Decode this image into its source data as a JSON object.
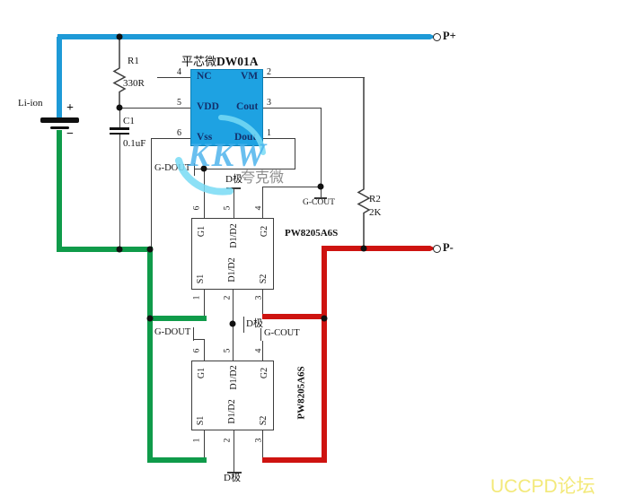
{
  "terminals": {
    "p_plus": "P+",
    "p_minus": "P-"
  },
  "battery": {
    "label": "Li-ion",
    "plus": "+",
    "minus": "−"
  },
  "components": {
    "r1": {
      "ref": "R1",
      "value": "330R"
    },
    "c1": {
      "ref": "C1",
      "value": "0.1uF"
    },
    "r2": {
      "ref": "R2",
      "value": "2K"
    }
  },
  "dw01a": {
    "title_vendor": "平芯微",
    "title_part": "DW01A",
    "left_pins": [
      {
        "num": "4",
        "name": "NC"
      },
      {
        "num": "5",
        "name": "VDD"
      },
      {
        "num": "6",
        "name": "Vss"
      }
    ],
    "right_pins": [
      {
        "num": "2",
        "name": "VM"
      },
      {
        "num": "3",
        "name": "Cout"
      },
      {
        "num": "1",
        "name": "Dout"
      }
    ]
  },
  "mosfets": {
    "part": "PW8205A6S",
    "top_pins": [
      {
        "num": "6",
        "name": "G1"
      },
      {
        "num": "5",
        "name": "D1/D2"
      },
      {
        "num": "4",
        "name": "G2"
      }
    ],
    "bottom_pins": [
      {
        "num": "1",
        "name": "S1"
      },
      {
        "num": "2",
        "name": "D1/D2"
      },
      {
        "num": "3",
        "name": "S2"
      }
    ]
  },
  "net_labels": {
    "g_dout": "G-DOUT",
    "g_cout": "G-COUT",
    "d_pole": "D极"
  },
  "watermark": {
    "logo": "KKW",
    "cn": "夸克微"
  },
  "footer": {
    "text": "UCCPD论坛"
  },
  "colors": {
    "wire_positive": "#1E9AD7",
    "wire_negative_batt": "#0F9B4A",
    "wire_pminus": "#CE1310",
    "ic_fill": "#1EA2E2",
    "watermark": "#58b8e8",
    "footer_text": "#f3e97a"
  }
}
